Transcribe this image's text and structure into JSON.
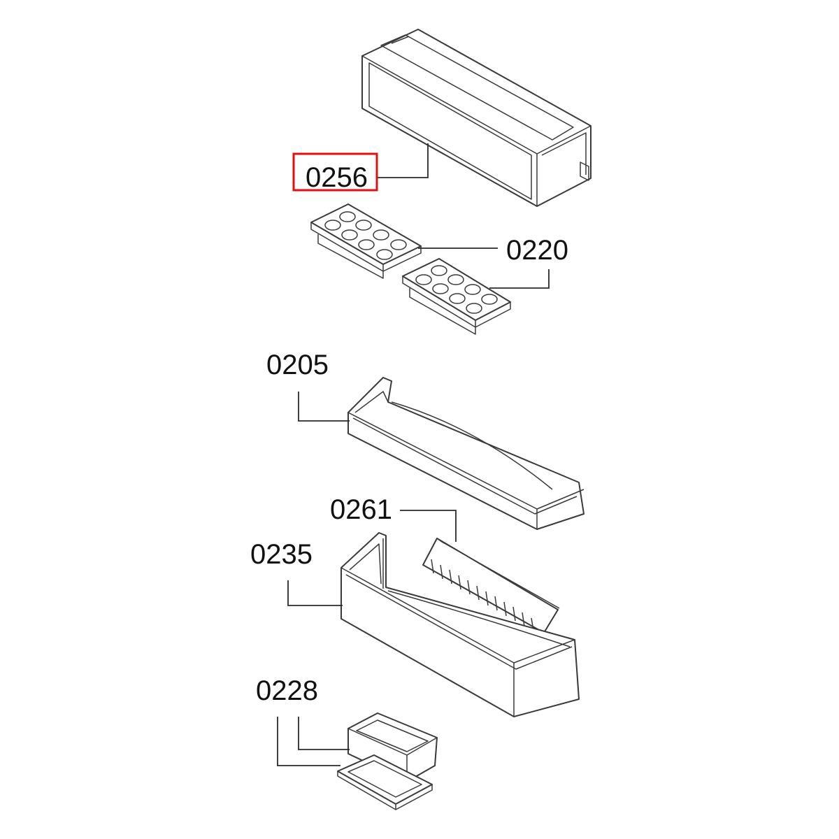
{
  "diagram": {
    "highlight_color": "#e01010",
    "highlighted_part": "0256",
    "parts": [
      {
        "id": "p-0256",
        "label": "0256",
        "description_icon": "bottle-shelf-lid-icon"
      },
      {
        "id": "p-0220",
        "label": "0220",
        "description_icon": "egg-tray-icon"
      },
      {
        "id": "p-0205",
        "label": "0205",
        "description_icon": "door-shelf-icon"
      },
      {
        "id": "p-0261",
        "label": "0261",
        "description_icon": "bottle-divider-icon"
      },
      {
        "id": "p-0235",
        "label": "0235",
        "description_icon": "bottle-shelf-icon"
      },
      {
        "id": "p-0228",
        "label": "0228",
        "description_icon": "butter-dish-icon"
      }
    ]
  }
}
